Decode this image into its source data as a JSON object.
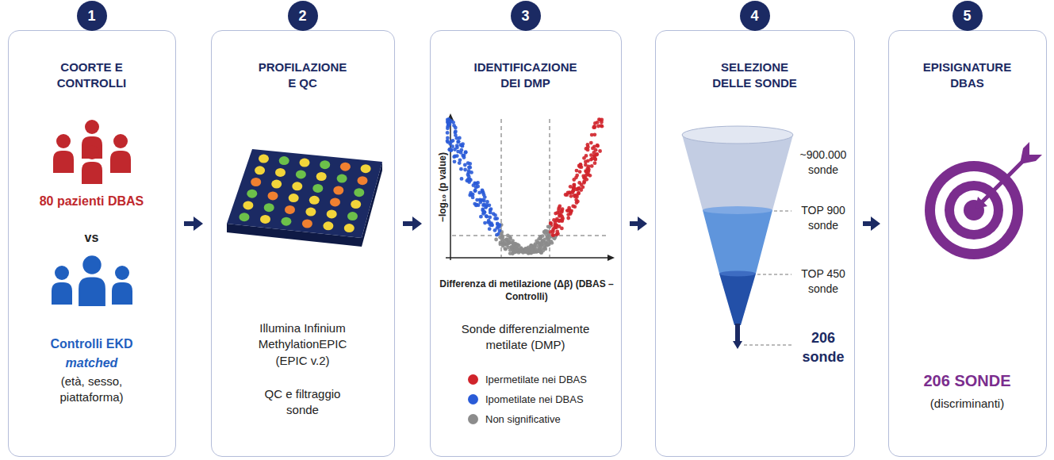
{
  "diagram": {
    "nodes": [
      {
        "text": [
          "COORTE E CONTROLLI",
          "80 pazienti DBAS",
          "vs",
          "Controlli EKD",
          "matched",
          "(età, sesso, piattaforma)"
        ]
      },
      {
        "text": [
          "1"
        ],
        "in": 0
      },
      {
        "text": [
          "PROFILAZIONE E QC",
          "Illumina Infinium MethylationEPIC (EPIC v.2)",
          "QC e filtraggio sonde"
        ]
      },
      {
        "text": [
          "2"
        ],
        "in": 2
      },
      {
        "text": [
          "IDENTIFICAZIONE DEI DMP",
          "Sonde differenzialmente metilate (DMP)"
        ]
      },
      {
        "text": [
          "3"
        ],
        "in": 4
      },
      {
        "text": [
          "SELEZIONE DELLE SONDE"
        ]
      },
      {
        "text": [
          "4"
        ],
        "in": 6
      },
      {
        "text": [
          "EPISIGNATURE DBAS",
          "206 SONDE",
          "(discriminanti)"
        ]
      },
      {
        "text": [
          "5"
        ],
        "in": 8
      }
    ],
    "edges": [
      {
        "from": 0,
        "to": 2,
        "arrow": "to"
      },
      {
        "from": 2,
        "to": 4,
        "arrow": "to"
      },
      {
        "from": 4,
        "to": 6,
        "arrow": "to"
      },
      {
        "from": 6,
        "to": 8,
        "arrow": "to"
      }
    ],
    "labels": [
      "−log₁₀ (p value)",
      "Differenza di metilazione (Δβ) (DBAS – Controlli)",
      "~900.000 sonde",
      "TOP 900 sonde",
      "TOP 450 sonde",
      "206 sonde"
    ],
    "legend": [
      {
        "text": "Ipermetilate nei DBAS",
        "color": "#d0242b"
      },
      {
        "text": "Ipometilate nei DBAS",
        "color": "#2a5bd7"
      },
      {
        "text": "Non significative",
        "color": "#8c8c8c"
      }
    ]
  }
}
